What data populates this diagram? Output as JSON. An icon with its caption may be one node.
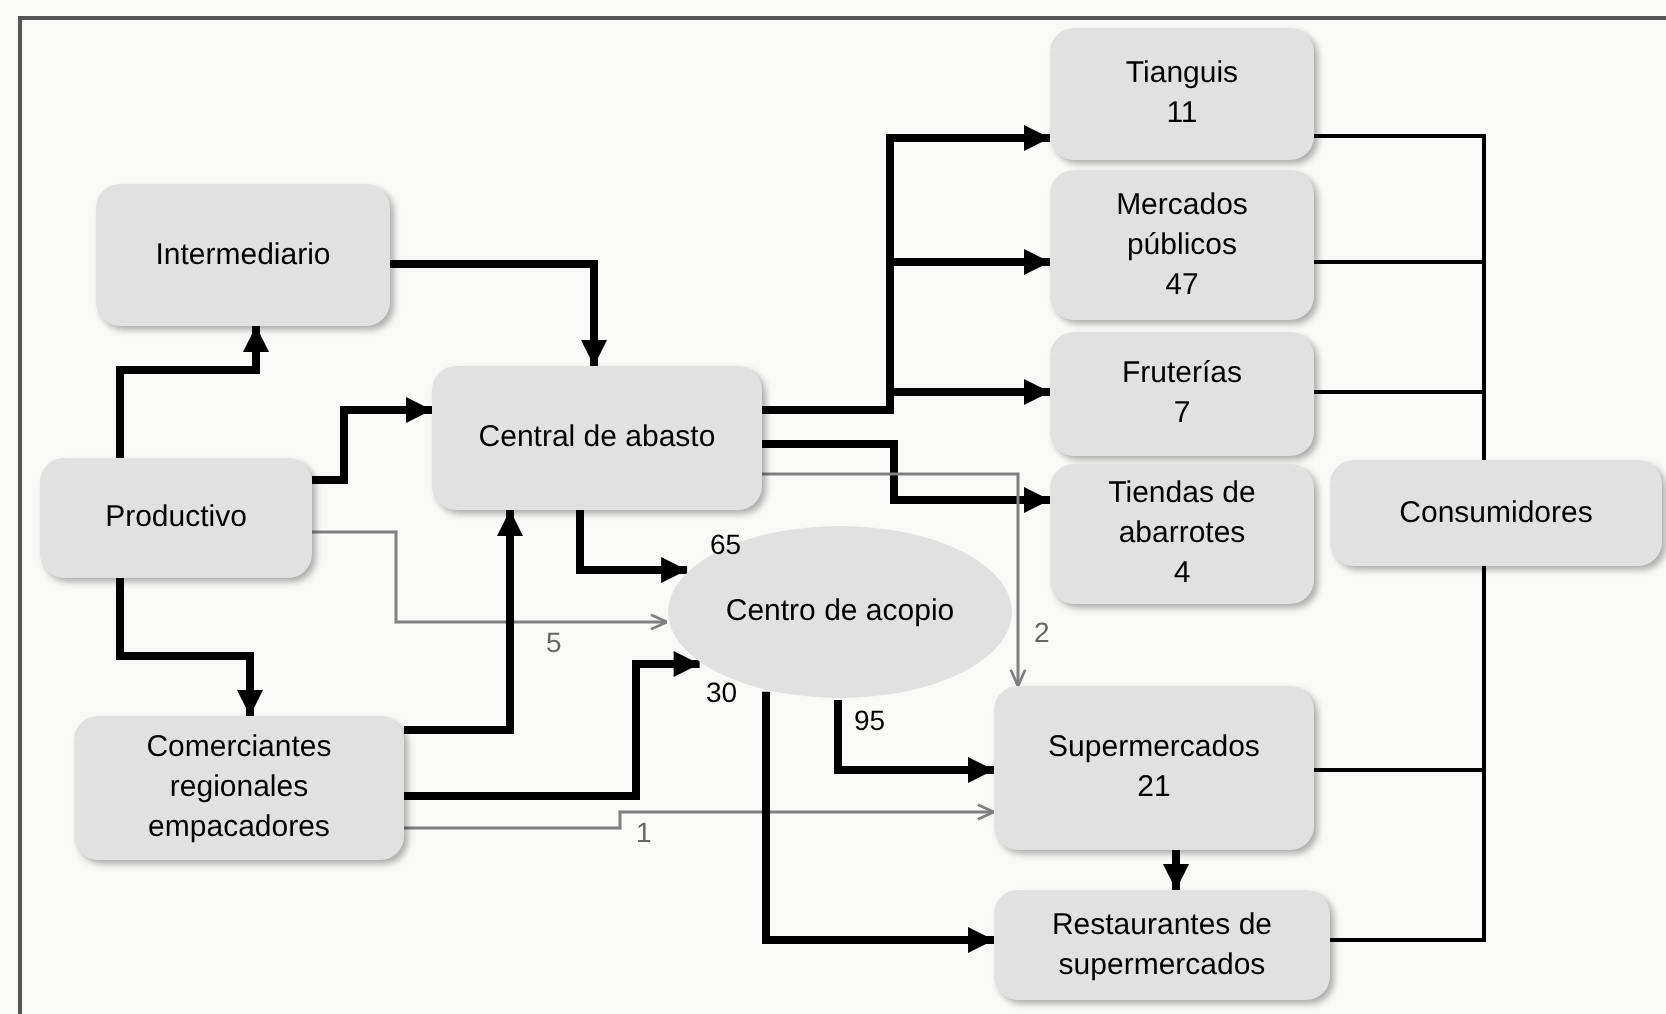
{
  "diagram": {
    "nodes": [
      {
        "text": [
          "Intermediario"
        ]
      },
      {
        "text": [
          "Central de abasto"
        ]
      },
      {
        "text": [
          "Productivo"
        ]
      },
      {
        "text": [
          "Comerciantes regionales empacadores"
        ]
      },
      {
        "text": [
          "Centro de acopio"
        ]
      },
      {
        "text": [
          "Tianguis",
          "11"
        ]
      },
      {
        "text": [
          "Mercados públicos",
          "47"
        ]
      },
      {
        "text": [
          "Fruterías",
          "7"
        ]
      },
      {
        "text": [
          "Tiendas de abarrotes",
          "4"
        ]
      },
      {
        "text": [
          "Consumidores"
        ]
      },
      {
        "text": [
          "Supermercados",
          "21"
        ]
      },
      {
        "text": [
          "Restaurantes de supermercados"
        ]
      }
    ],
    "edges": [
      {
        "from": 2,
        "to": 0,
        "arrow": "to"
      },
      {
        "from": 2,
        "to": 1,
        "arrow": "to"
      },
      {
        "from": 0,
        "to": 1,
        "arrow": "to"
      },
      {
        "from": 2,
        "to": 3,
        "arrow": "to"
      },
      {
        "from": 2,
        "to": 4,
        "arrow": "to",
        "label": "5",
        "color": "#808080"
      },
      {
        "from": 3,
        "to": 1,
        "arrow": "to"
      },
      {
        "from": 3,
        "to": 4,
        "arrow": "to",
        "label": "30"
      },
      {
        "from": 1,
        "to": 4,
        "arrow": "to",
        "label": "65"
      },
      {
        "from": 1,
        "to": 5,
        "arrow": "to"
      },
      {
        "from": 1,
        "to": 6,
        "arrow": "to"
      },
      {
        "from": 1,
        "to": 7,
        "arrow": "to"
      },
      {
        "from": 1,
        "to": 8,
        "arrow": "to"
      },
      {
        "from": 1,
        "to": 10,
        "arrow": "to",
        "label": "2",
        "color": "#808080"
      },
      {
        "from": 4,
        "to": 10,
        "arrow": "to",
        "label": "95"
      },
      {
        "from": 3,
        "to": 10,
        "arrow": "to",
        "label": "1",
        "color": "#808080"
      },
      {
        "from": 4,
        "to": 11,
        "arrow": "to"
      },
      {
        "from": 10,
        "to": 11,
        "arrow": "to"
      },
      {
        "from": 5,
        "to": 9,
        "arrow": "none"
      },
      {
        "from": 6,
        "to": 9,
        "arrow": "none"
      },
      {
        "from": 7,
        "to": 9,
        "arrow": "none"
      },
      {
        "from": 10,
        "to": 9,
        "arrow": "none"
      },
      {
        "from": 11,
        "to": 9,
        "arrow": "none"
      }
    ]
  }
}
